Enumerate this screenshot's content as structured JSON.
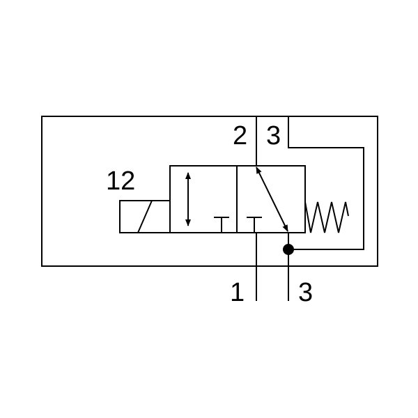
{
  "diagram": {
    "labels": {
      "pilot_port": "12",
      "port_2": "2",
      "port_3_top": "3",
      "port_1": "1",
      "port_3_bottom": "3"
    },
    "colors": {
      "stroke": "#000000",
      "background": "#ffffff"
    }
  }
}
